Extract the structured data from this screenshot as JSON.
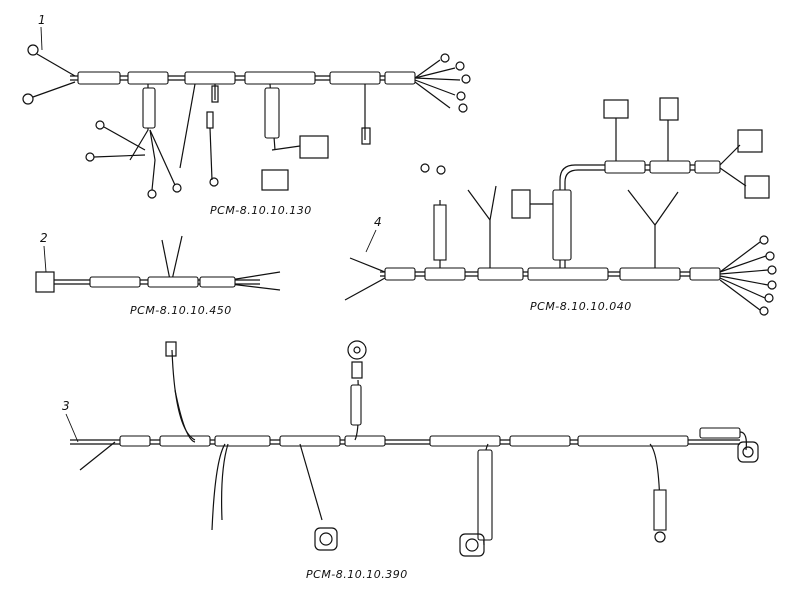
{
  "harnesses": [
    {
      "callout": "1",
      "part_number": "РСМ-8.10.10.130"
    },
    {
      "callout": "2",
      "part_number": "РСМ-8.10.10.450"
    },
    {
      "callout": "3",
      "part_number": "РСМ-8.10.10.390"
    },
    {
      "callout": "4",
      "part_number": "РСМ-8.10.10.040"
    }
  ]
}
